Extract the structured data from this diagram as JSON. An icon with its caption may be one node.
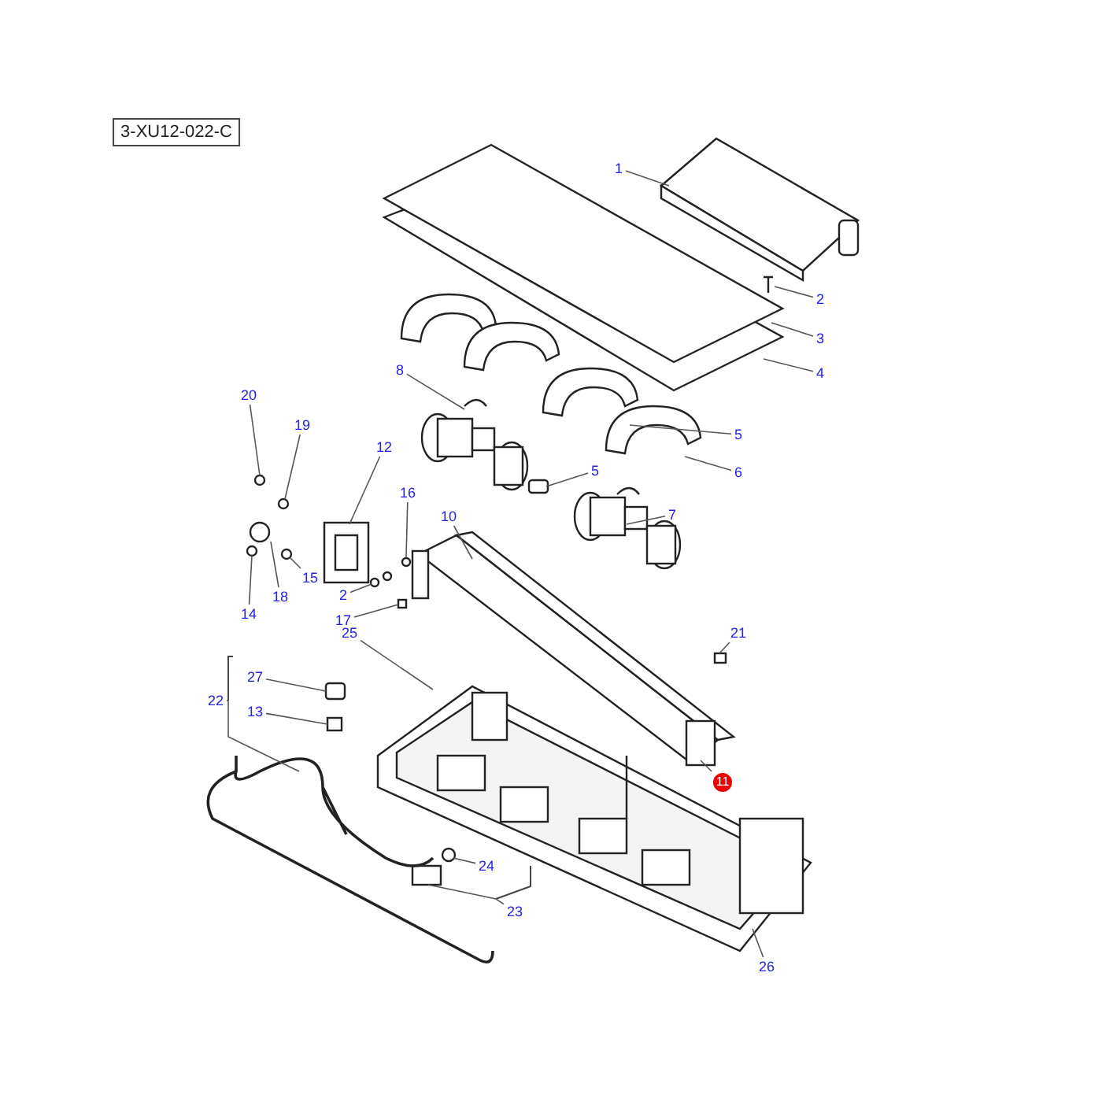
{
  "diagram": {
    "nodes": [
      {
        "text": [
          "3-XU12-022-C"
        ]
      },
      {
        "text": [
          "1"
        ]
      },
      {
        "text": [
          "2"
        ]
      },
      {
        "text": [
          "3"
        ]
      },
      {
        "text": [
          "4"
        ]
      },
      {
        "text": [
          "5"
        ]
      },
      {
        "text": [
          "6"
        ]
      },
      {
        "text": [
          "8"
        ]
      },
      {
        "text": [
          "5"
        ]
      },
      {
        "text": [
          "7"
        ]
      },
      {
        "text": [
          "20"
        ]
      },
      {
        "text": [
          "19"
        ]
      },
      {
        "text": [
          "12"
        ]
      },
      {
        "text": [
          "16"
        ]
      },
      {
        "text": [
          "10"
        ]
      },
      {
        "text": [
          "14"
        ]
      },
      {
        "text": [
          "18"
        ]
      },
      {
        "text": [
          "15"
        ]
      },
      {
        "text": [
          "2"
        ]
      },
      {
        "text": [
          "17"
        ]
      },
      {
        "text": [
          "21"
        ]
      },
      {
        "text": [
          "25"
        ]
      },
      {
        "text": [
          "27"
        ]
      },
      {
        "text": [
          "22"
        ]
      },
      {
        "text": [
          "13"
        ]
      },
      {
        "text": [
          "11"
        ]
      },
      {
        "text": [
          "24"
        ]
      },
      {
        "text": [
          "23"
        ]
      },
      {
        "text": [
          "26"
        ]
      }
    ],
    "edges": [
      {
        "from": 1,
        "to": null,
        "arrow": "none"
      },
      {
        "from": 2,
        "to": null,
        "arrow": "none"
      },
      {
        "from": 3,
        "to": null,
        "arrow": "none"
      },
      {
        "from": 4,
        "to": null,
        "arrow": "none"
      },
      {
        "from": 5,
        "to": null,
        "arrow": "none"
      },
      {
        "from": 6,
        "to": null,
        "arrow": "none"
      },
      {
        "from": 7,
        "to": null,
        "arrow": "none"
      },
      {
        "from": 8,
        "to": null,
        "arrow": "none"
      },
      {
        "from": 9,
        "to": null,
        "arrow": "none"
      },
      {
        "from": 10,
        "to": null,
        "arrow": "none"
      },
      {
        "from": 11,
        "to": null,
        "arrow": "none"
      },
      {
        "from": 12,
        "to": null,
        "arrow": "none"
      },
      {
        "from": 13,
        "to": null,
        "arrow": "none"
      },
      {
        "from": 14,
        "to": null,
        "arrow": "none"
      },
      {
        "from": 15,
        "to": null,
        "arrow": "none"
      },
      {
        "from": 16,
        "to": null,
        "arrow": "none"
      },
      {
        "from": 17,
        "to": null,
        "arrow": "none"
      },
      {
        "from": 18,
        "to": null,
        "arrow": "none"
      },
      {
        "from": 19,
        "to": null,
        "arrow": "none"
      },
      {
        "from": 20,
        "to": null,
        "arrow": "none"
      },
      {
        "from": 21,
        "to": null,
        "arrow": "none"
      },
      {
        "from": 22,
        "to": null,
        "arrow": "none"
      },
      {
        "from": 23,
        "to": null,
        "arrow": "none"
      },
      {
        "from": 24,
        "to": null,
        "arrow": "none"
      },
      {
        "from": 25,
        "to": null,
        "arrow": "none"
      },
      {
        "from": 26,
        "to": null,
        "arrow": "none"
      },
      {
        "from": 27,
        "to": null,
        "arrow": "none"
      },
      {
        "from": 28,
        "to": null,
        "arrow": "none"
      }
    ]
  }
}
